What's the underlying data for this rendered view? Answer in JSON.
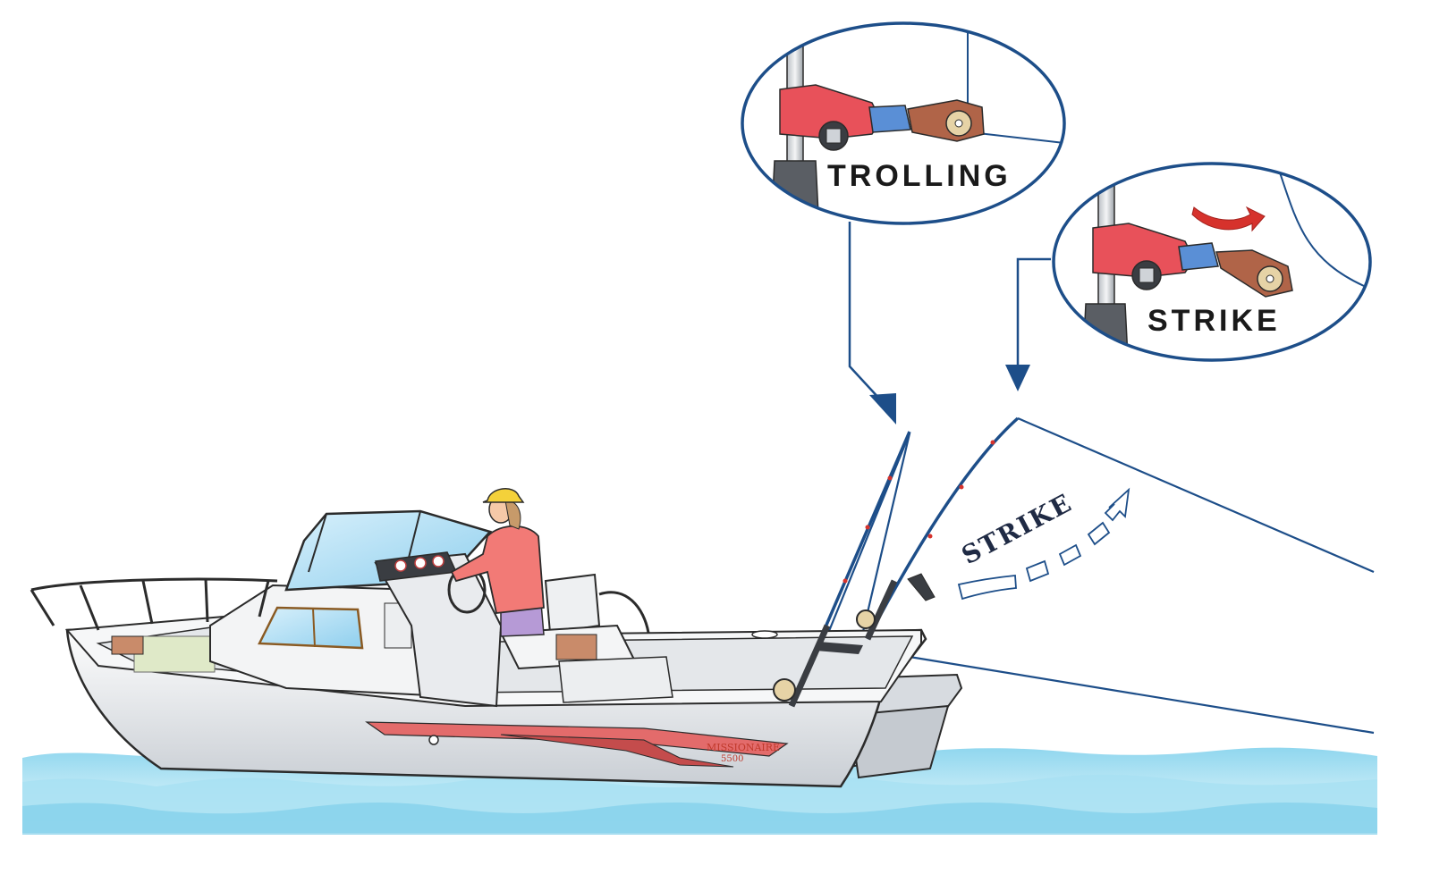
{
  "callouts": {
    "trolling_label": "TROLLING",
    "strike_label": "STRIKE"
  },
  "motion_label": "STRIKE",
  "hull_text": {
    "line1": "MISSIONAIRE",
    "line2": "5500"
  },
  "colors": {
    "outline_blue": "#1d4e89",
    "water_light": "#bfe8f5",
    "water_mid": "#63c5e6",
    "hull": "#eef0f2",
    "holder_red": "#e8515a",
    "clip_blue": "#5a8fd6",
    "release_brown": "#b06448",
    "arrow_red": "#d6322c",
    "shirt": "#f27a76",
    "cap": "#f4d13a"
  }
}
